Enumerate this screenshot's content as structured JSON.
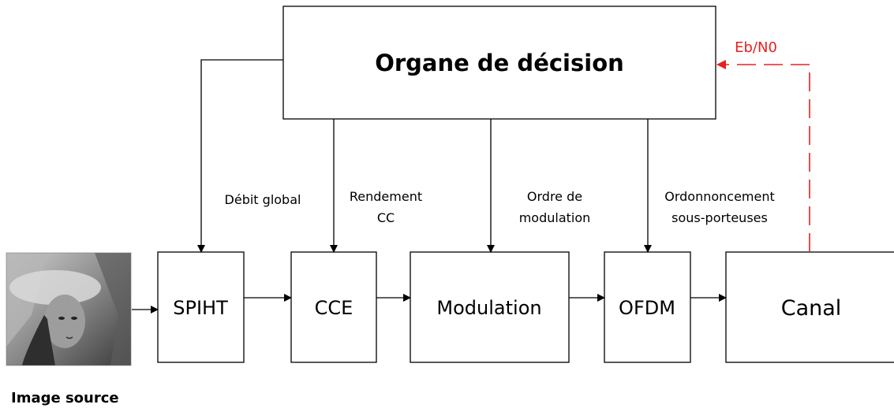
{
  "decision": {
    "title": "Organe de décision"
  },
  "blocks": {
    "spiht": "SPIHT",
    "cce": "CCE",
    "modulation": "Modulation",
    "ofdm": "OFDM",
    "canal": "Canal"
  },
  "control_labels": {
    "debit": "Débit global",
    "rendement_line1": "Rendement",
    "rendement_line2": "CC",
    "ordre_line1": "Ordre de",
    "ordre_line2": "modulation",
    "ordon_line1": "Ordonnoncement",
    "ordon_line2": "sous-porteuses"
  },
  "feedback": {
    "label": "Eb/N0",
    "color": "#e8201f"
  },
  "source": {
    "caption": "Image source"
  }
}
